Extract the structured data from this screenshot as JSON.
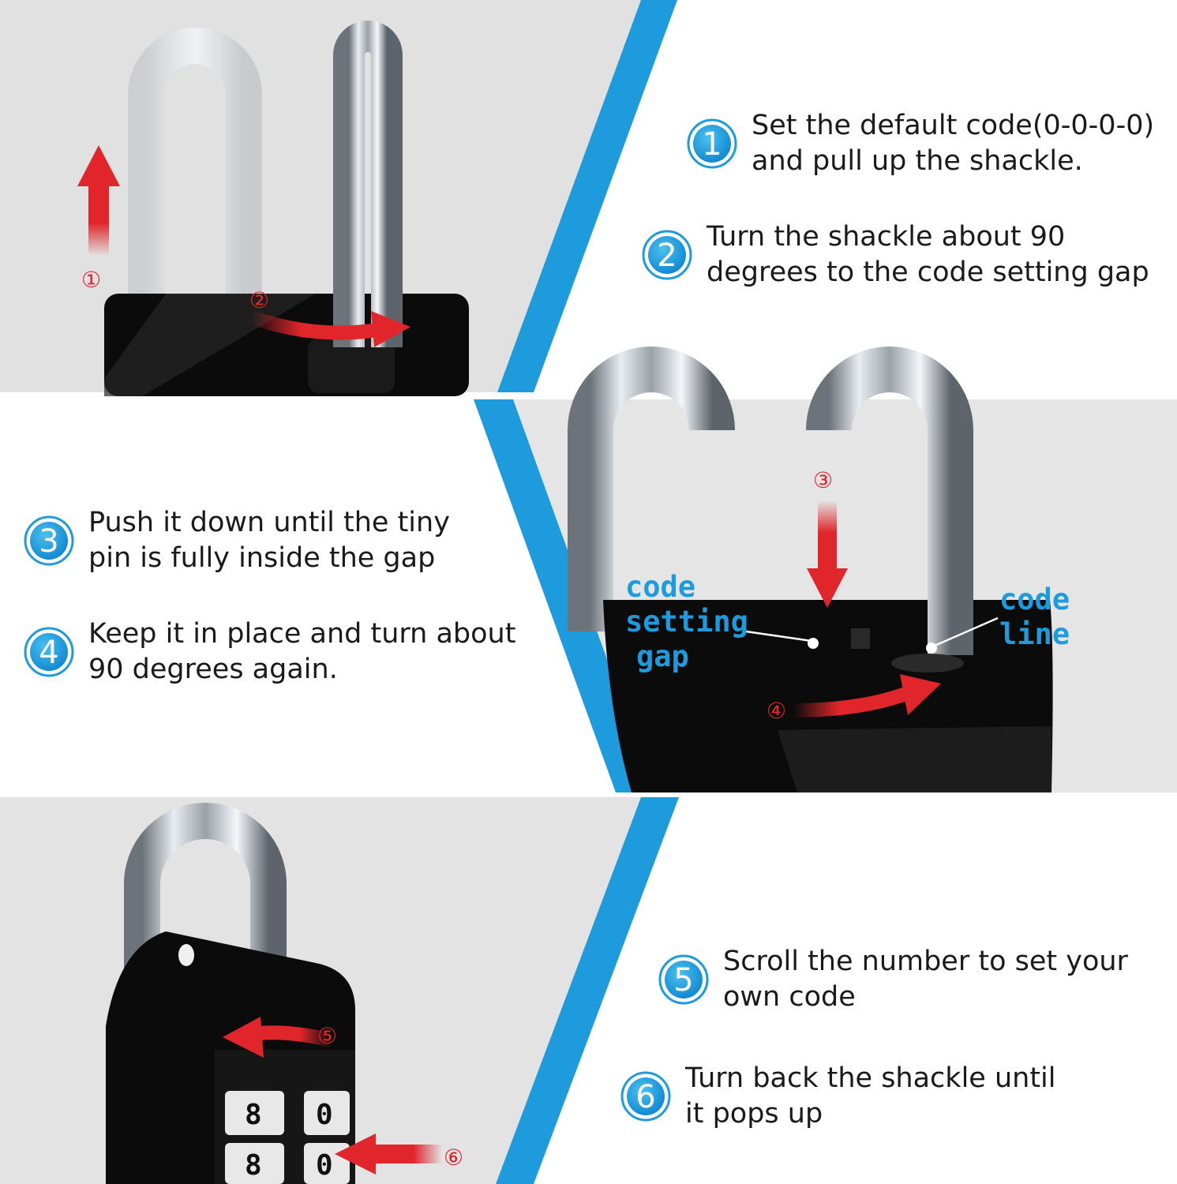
{
  "brand_colors": {
    "accent_blue": "#1e9bdc",
    "arrow_red": "#e0262b",
    "lock_body": "#0b0b0b"
  },
  "steps": [
    {
      "number": "1",
      "lines": [
        "Set the default code(0-0-0-0)",
        "and pull up the shackle."
      ]
    },
    {
      "number": "2",
      "lines": [
        "Turn the shackle about 90",
        "degrees to the code setting gap"
      ]
    },
    {
      "number": "3",
      "lines": [
        "Push it down until the tiny",
        "pin is fully inside the gap"
      ]
    },
    {
      "number": "4",
      "lines": [
        "Keep it in place and turn about",
        "90 degrees again."
      ]
    },
    {
      "number": "5",
      "lines": [
        "Scroll the number to set your",
        "own code"
      ]
    },
    {
      "number": "6",
      "lines": [
        "Turn back the shackle until",
        "it pops up"
      ]
    }
  ],
  "markers": [
    "①",
    "②",
    "③",
    "④",
    "⑤",
    "⑥"
  ],
  "callouts": {
    "code_setting_gap": [
      "code",
      "setting",
      "gap"
    ],
    "code_line": [
      "code",
      "line"
    ]
  },
  "dials": [
    "8",
    "0",
    "8",
    "0"
  ],
  "icons": [
    "up-arrow",
    "curved-arrow",
    "down-arrow",
    "curved-arrow",
    "left-arrow",
    "padlock"
  ]
}
